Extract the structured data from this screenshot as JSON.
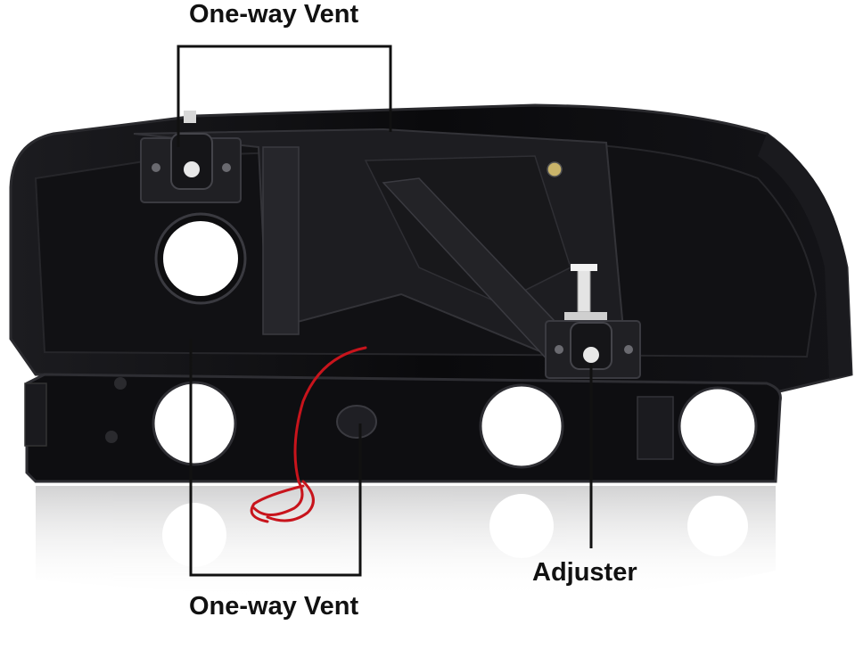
{
  "labels": {
    "top_vent": "One-way Vent",
    "bottom_vent": "One-way Vent",
    "adjuster": "Adjuster"
  },
  "colors": {
    "housing": "#0c0c0e",
    "housing_edge": "#2a2a2e",
    "socket_white": "#ffffff",
    "callout_line": "#111111",
    "wire_red": "#c8141c"
  }
}
